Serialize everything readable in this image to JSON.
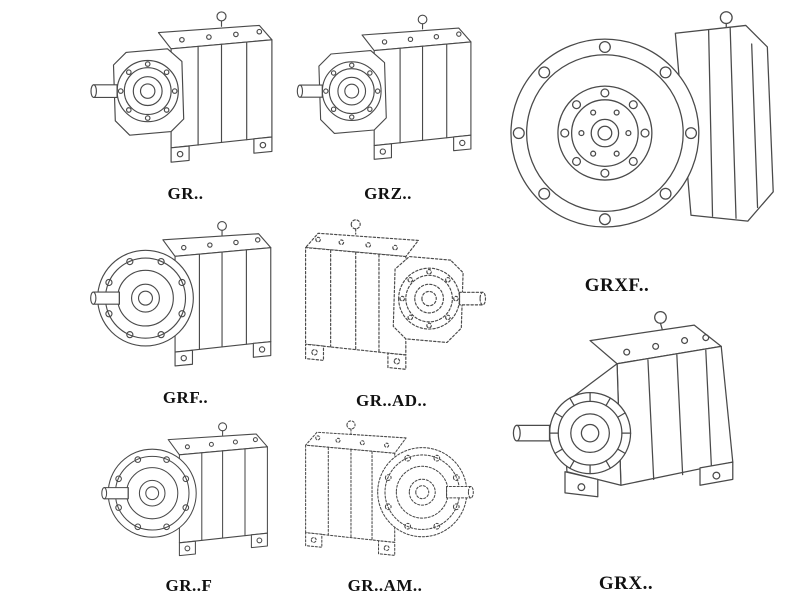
{
  "page": {
    "background_color": "#ffffff",
    "line_color": "#4a4a4a",
    "phantom_line_color": "#c4c4c4",
    "label_color": "#111111"
  },
  "figures": [
    {
      "id": "gr",
      "label": "GR..",
      "style": "solid"
    },
    {
      "id": "grz",
      "label": "GRZ..",
      "style": "solid"
    },
    {
      "id": "grxf",
      "label": "GRXF..",
      "style": "solid"
    },
    {
      "id": "grf",
      "label": "GRF..",
      "style": "solid"
    },
    {
      "id": "gr-ad",
      "label": "GR..AD..",
      "style": "phantom"
    },
    {
      "id": "gr-f",
      "label": "GR..F",
      "style": "solid"
    },
    {
      "id": "gr-am",
      "label": "GR..AM..",
      "style": "phantom"
    },
    {
      "id": "grx",
      "label": "GRX..",
      "style": "solid"
    }
  ]
}
